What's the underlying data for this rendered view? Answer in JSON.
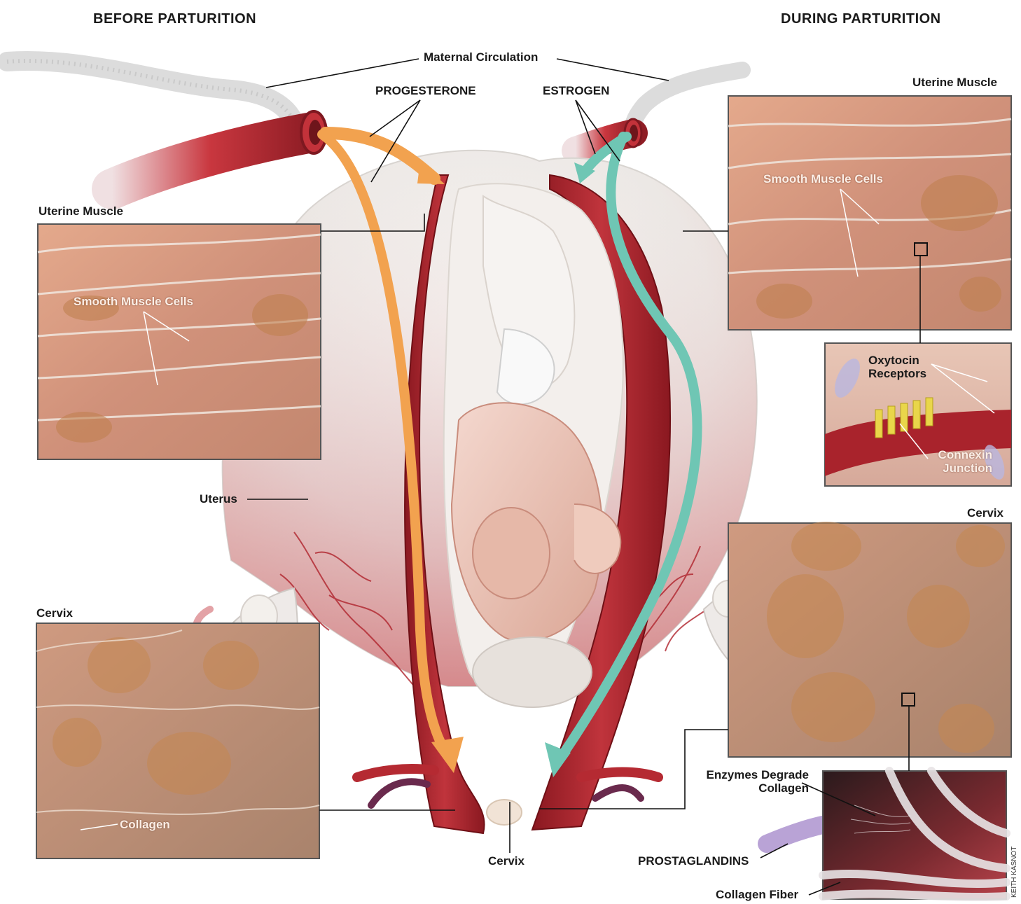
{
  "headers": {
    "before": "BEFORE PARTURITION",
    "during": "DURING PARTURITION"
  },
  "labels": {
    "maternal_circulation": "Maternal Circulation",
    "progesterone": "PROGESTERONE",
    "estrogen": "ESTROGEN",
    "uterine_muscle_left": "Uterine Muscle",
    "uterine_muscle_right": "Uterine Muscle",
    "smooth_muscle_left": "Smooth Muscle Cells",
    "smooth_muscle_right": "Smooth Muscle Cells",
    "oxytocin_receptors": "Oxytocin Receptors",
    "connexin_junction": "Connexin Junction",
    "uterus": "Uterus",
    "cervix_left": "Cervix",
    "cervix_right": "Cervix",
    "cervix_bottom": "Cervix",
    "collagen": "Collagen",
    "enzymes_degrade_collagen": "Enzymes Degrade Collagen",
    "prostaglandins": "PROSTAGLANDINS",
    "collagen_fiber": "Collagen Fiber"
  },
  "credit": "KEITH KASNOT",
  "colors": {
    "progesterone_arrow": "#f2a24f",
    "estrogen_arrow": "#6fc6b4",
    "prostaglandin_arrow": "#b9a3d6",
    "muscle_tissue": "#d99a7e",
    "uterine_wall": "#a8212a",
    "uterus_body": "#eeeae6"
  }
}
